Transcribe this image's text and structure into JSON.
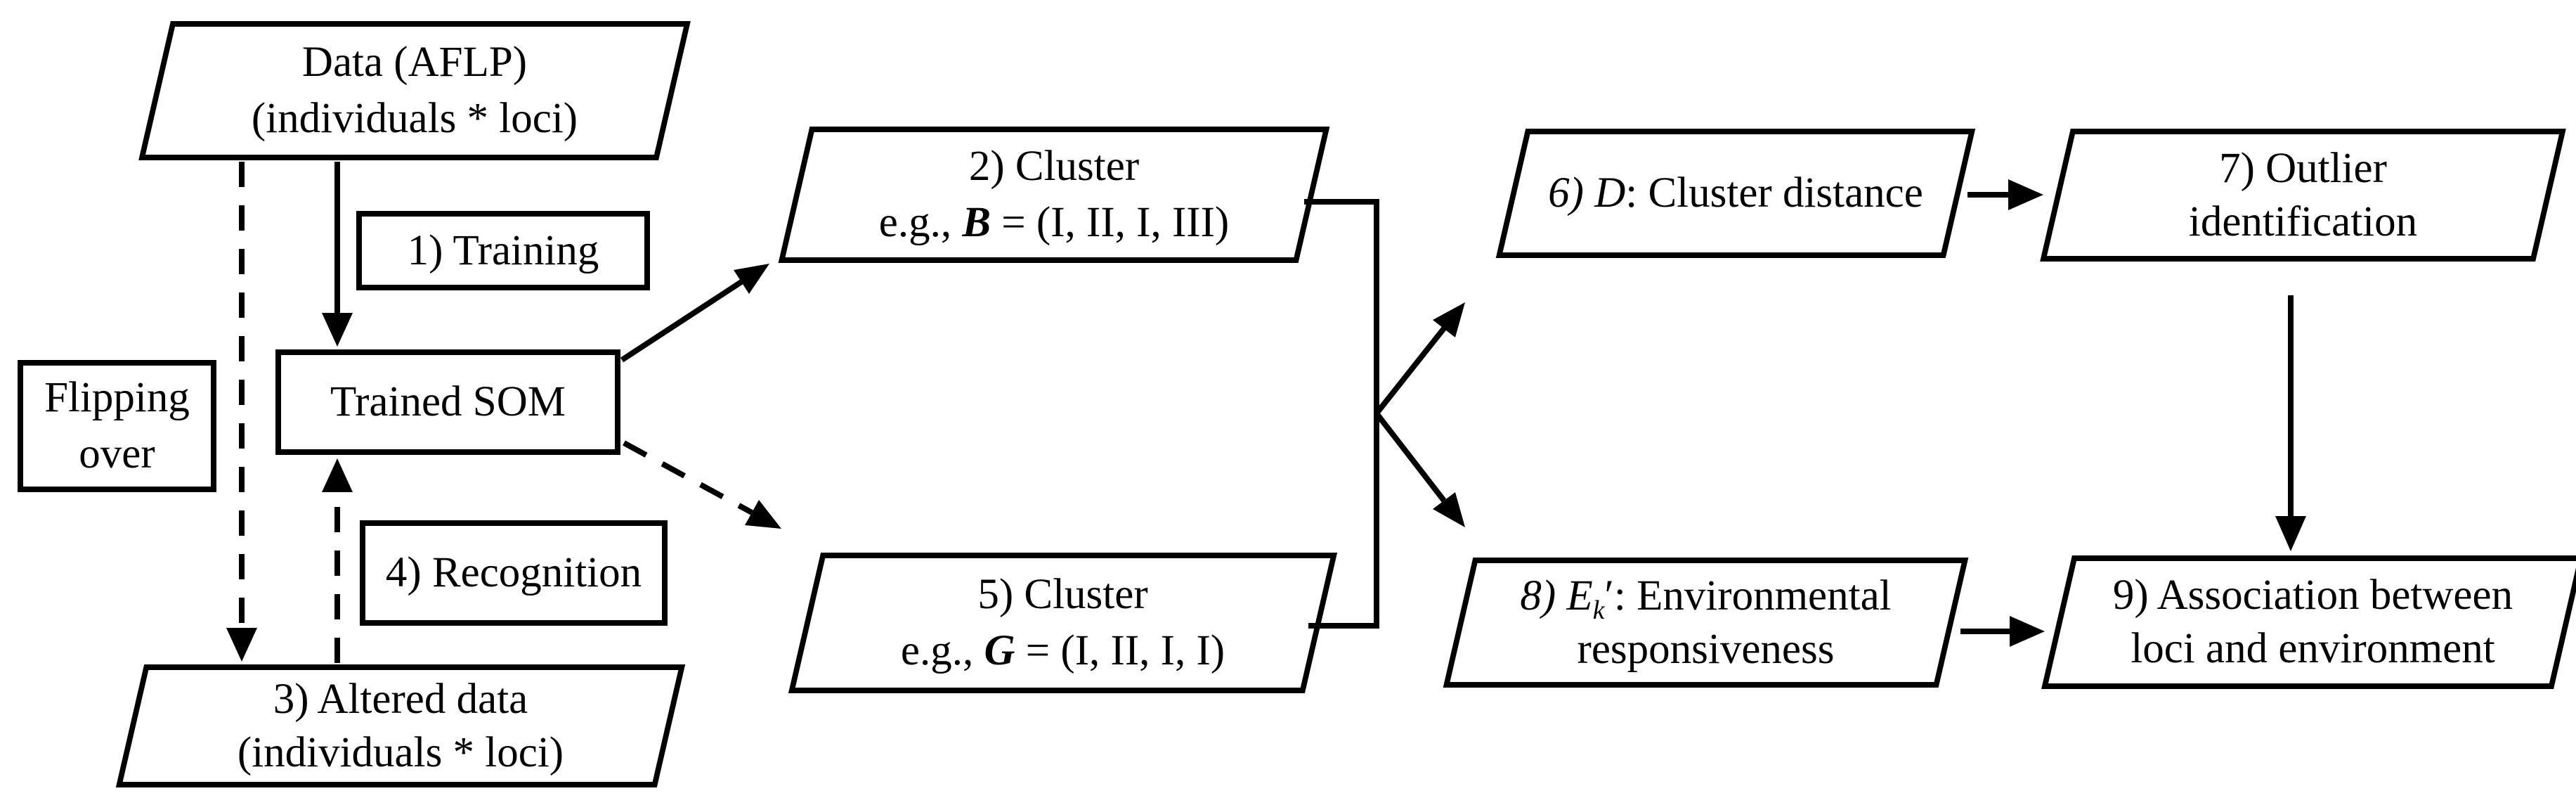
{
  "canvas": {
    "background": "#ffffff",
    "stroke_color": "#000000"
  },
  "nodes": {
    "data_aflp": {
      "line1": "Data (AFLP)",
      "line2": "(individuals * loci)"
    },
    "training": {
      "label": "1) Training"
    },
    "flipping_over": {
      "line1": "Flipping",
      "line2": "over"
    },
    "trained_som": {
      "label": "Trained SOM"
    },
    "recognition": {
      "label": "4) Recognition"
    },
    "altered_data": {
      "line1": "3) Altered data",
      "line2": "(individuals * loci)"
    },
    "cluster_b": {
      "line1": "2) Cluster",
      "eg_prefix": "e.g., ",
      "variable": "B",
      "eg_rest": " = (I, II, I, III)"
    },
    "cluster_g": {
      "line1": "5) Cluster",
      "eg_prefix": "e.g., ",
      "variable": "G",
      "eg_rest": " = (I, II, I, I)"
    },
    "cluster_distance": {
      "num_var": "6) D",
      "rest": ": Cluster distance"
    },
    "outlier": {
      "line1": "7) Outlier",
      "line2": "identification"
    },
    "env_responsiveness": {
      "num_var": "8) E",
      "subscript": "k",
      "prime": "′",
      "rest": ": Environmental",
      "line2": "responsiveness"
    },
    "association": {
      "line1": "9) Association between",
      "line2": "loci and environment"
    }
  }
}
